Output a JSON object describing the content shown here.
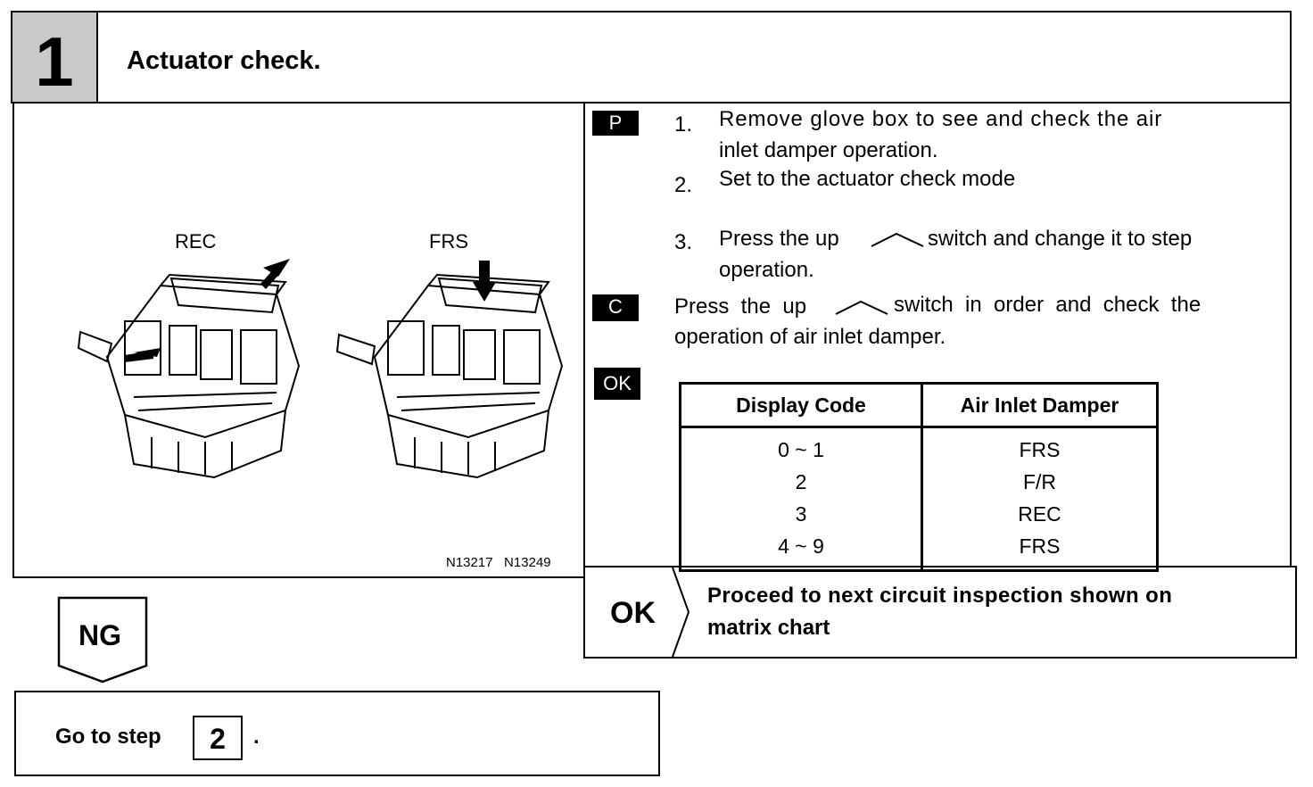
{
  "header": {
    "step_number": "1",
    "title": "Actuator check."
  },
  "illustration": {
    "label_left": "REC",
    "label_right": "FRS",
    "figure_codes": "N13217   N13249"
  },
  "procedure": {
    "p_label": "P",
    "steps": [
      {
        "num": "1.",
        "line1": "Remove glove box to see and check the air",
        "line2": "inlet  damper operation."
      },
      {
        "num": "2.",
        "line1": "Set to the actuator check mode"
      },
      {
        "num": "3.",
        "line1a": "Press the up",
        "line1b": "switch and change it to step",
        "line2": "operation."
      }
    ],
    "c_label": "C",
    "check_line1a": "Press  the  up",
    "check_line1b": "switch  in  order  and  check  the",
    "check_line2": "operation of air inlet damper.",
    "ok_label": "OK"
  },
  "table": {
    "headers": [
      "Display Code",
      "Air Inlet Damper"
    ],
    "rows": [
      [
        "0 ~ 1",
        "FRS"
      ],
      [
        "2",
        "F/R"
      ],
      [
        "3",
        "REC"
      ],
      [
        "4 ~ 9",
        "FRS"
      ]
    ]
  },
  "result_ok": {
    "label": "OK",
    "text_line1": "Proceed to next circuit inspection shown on",
    "text_line2": "matrix chart"
  },
  "result_ng": {
    "label": "NG"
  },
  "goto": {
    "prefix": "Go to step",
    "step": "2",
    "suffix": "."
  }
}
